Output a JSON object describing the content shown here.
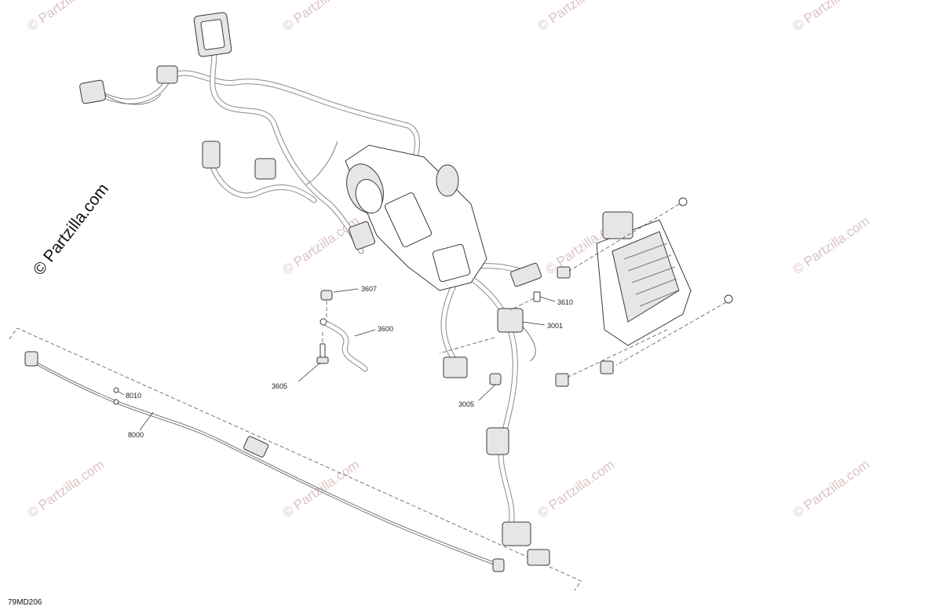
{
  "watermark": {
    "text": "© Partzilla.com",
    "main_text": "© Partzilla.com"
  },
  "diagram_code": "79MD206",
  "parts": {
    "p3607": "3607",
    "p3600": "3600",
    "p3605": "3605",
    "p3610": "3610",
    "p3001": "3001",
    "p3005": "3005",
    "p8010": "8010",
    "p8000": "8000"
  }
}
